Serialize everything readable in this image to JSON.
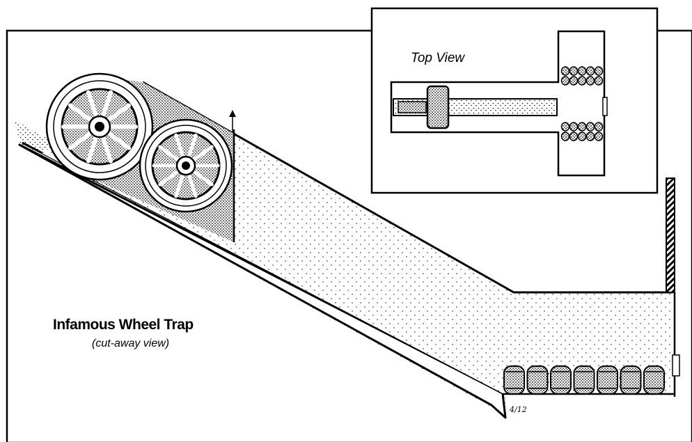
{
  "title": "Infamous Wheel Trap",
  "subtitle": "(cut-away view)",
  "inset_label": "Top View",
  "signature": "4/12",
  "barrel_count_side": 7,
  "barrel_count_top_per_group": 10,
  "wheel_count": 2,
  "wheel_spoke_count": 10
}
